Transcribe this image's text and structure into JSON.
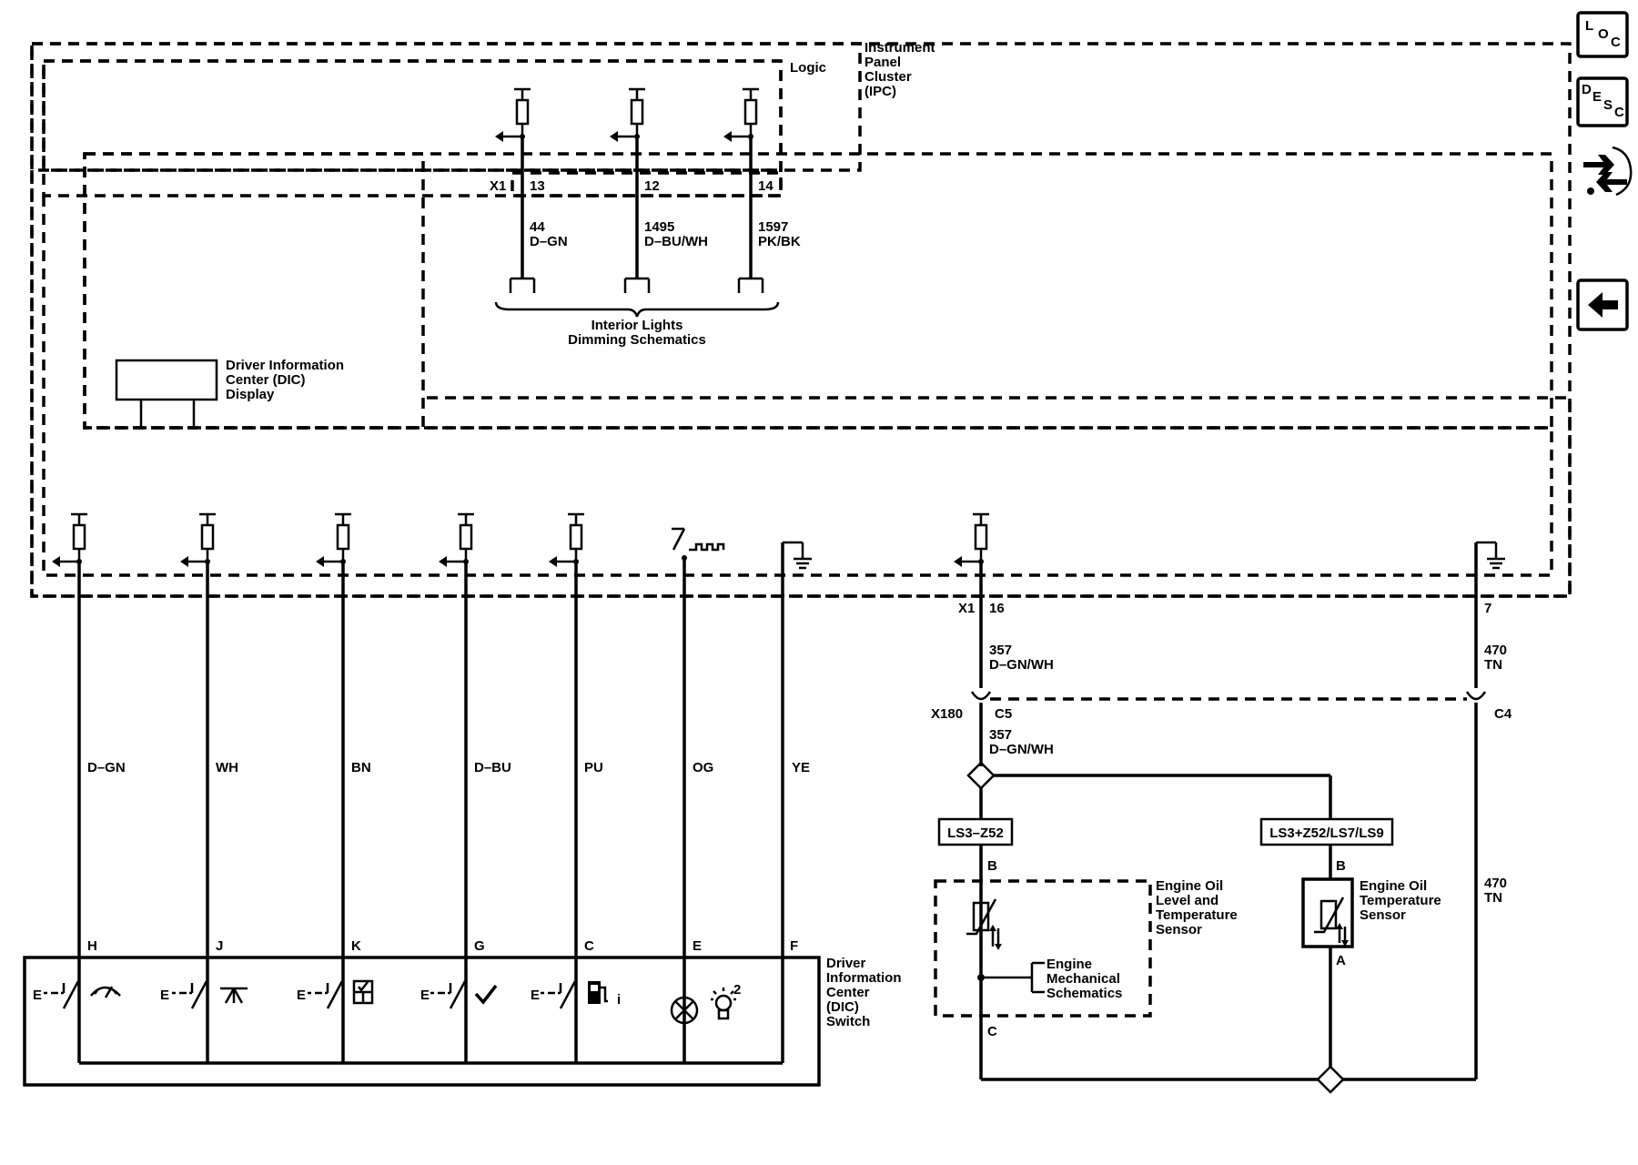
{
  "ipc": {
    "title_lines": [
      "Instrument",
      "Panel",
      "Cluster",
      "(IPC)"
    ],
    "logic_label": "Logic"
  },
  "top_connector": {
    "name": "X1",
    "pins": [
      "13",
      "12",
      "14"
    ]
  },
  "top_circuits": [
    {
      "number": "44",
      "color": "D–GN"
    },
    {
      "number": "1495",
      "color": "D–BU/WH"
    },
    {
      "number": "1597",
      "color": "PK/BK"
    }
  ],
  "dimming_ref": {
    "lines": [
      "Interior Lights",
      "Dimming Schematics"
    ]
  },
  "dic_display": {
    "lines": [
      "Driver Information",
      "Center (DIC)",
      "Display"
    ]
  },
  "left_wires": [
    "D–GN",
    "WH",
    "BN",
    "D–BU",
    "PU",
    "OG",
    "YE"
  ],
  "dic_switch": {
    "pins": [
      "H",
      "J",
      "K",
      "G",
      "C",
      "E",
      "F"
    ],
    "title_lines": [
      "Driver",
      "Information",
      "Center",
      "(DIC)",
      "Switch"
    ],
    "switch_prefix": "E",
    "bulb_number": "2",
    "info_glyph": "i",
    "icons": [
      "speedometer-icon",
      "trip-icon",
      "vehicle-info-icon",
      "checkmark-icon",
      "fuel-info-icon",
      "lamp-icon",
      "bulb-icon"
    ]
  },
  "right": {
    "x1_connector": "X1",
    "x1_pin": "16",
    "ground_pin": "7",
    "circuit_357": {
      "number": "357",
      "color": "D–GN/WH"
    },
    "circuit_470": {
      "number": "470",
      "color": "TN"
    },
    "inline_connector": "X180",
    "c5": "C5",
    "c4": "C4",
    "option_left": "LS3–Z52",
    "option_right": "LS3+Z52/LS7/LS9",
    "sensor_left": {
      "pin_top": "B",
      "pin_bottom": "C",
      "lines": [
        "Engine Oil",
        "Level and",
        "Temperature",
        "Sensor"
      ]
    },
    "mech_ref": {
      "lines": [
        "Engine",
        "Mechanical",
        "Schematics"
      ]
    },
    "sensor_right": {
      "pin_top": "B",
      "pin_bottom": "A",
      "lines": [
        "Engine Oil",
        "Temperature",
        "Sensor"
      ]
    }
  },
  "nav": {
    "loc": {
      "chars": [
        "L",
        "O",
        "C"
      ]
    },
    "desc": {
      "chars": [
        "D",
        "E",
        "S",
        "C"
      ]
    },
    "icons": [
      "connector-end-view-icon",
      "back-arrow-icon"
    ]
  },
  "colors": {
    "line": "#000000",
    "background": "#ffffff"
  }
}
